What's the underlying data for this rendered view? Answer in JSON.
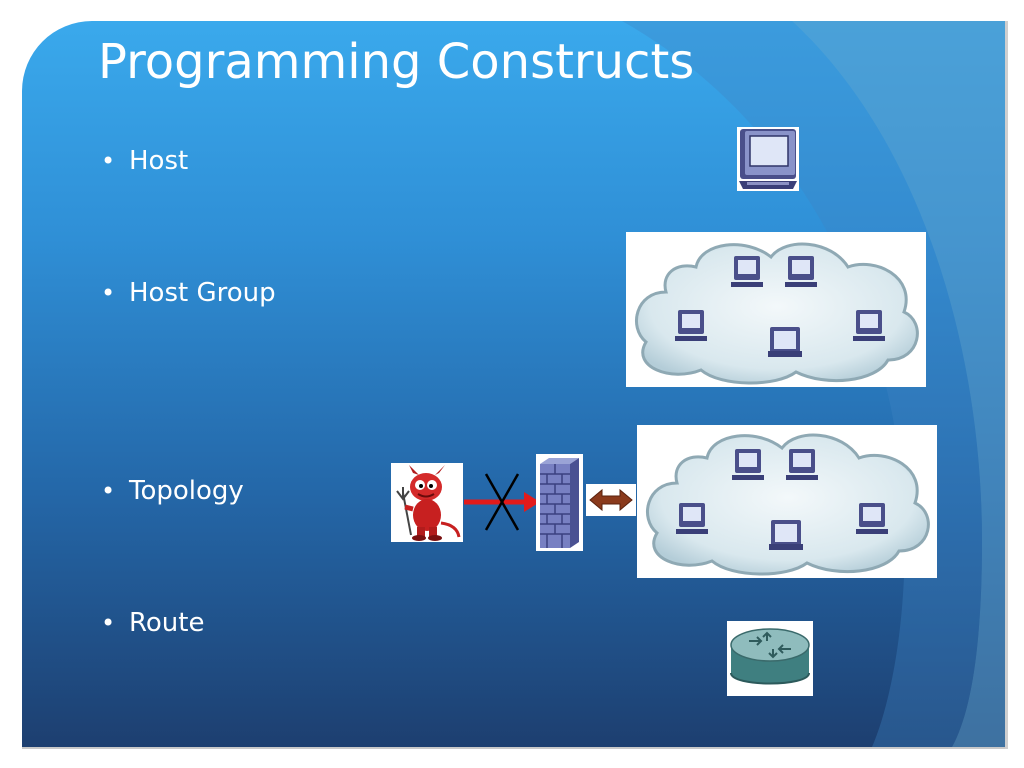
{
  "slide": {
    "title": "Programming Constructs",
    "bullets": [
      {
        "label": "Host",
        "bullet": "•"
      },
      {
        "label": "Host Group",
        "bullet": "•"
      },
      {
        "label": "Topology",
        "bullet": "•"
      },
      {
        "label": "Route",
        "bullet": "•"
      }
    ],
    "icons": [
      "desktop-computer-icon",
      "host-group-cloud-icon",
      "bsd-daemon-icon",
      "blocked-red-arrow-icon",
      "firewall-icon",
      "bidirectional-arrow-icon",
      "router-icon"
    ]
  },
  "colors": {
    "background_top": "#3aa9ec",
    "background_bottom": "#1d3f70",
    "text": "#ffffff"
  }
}
